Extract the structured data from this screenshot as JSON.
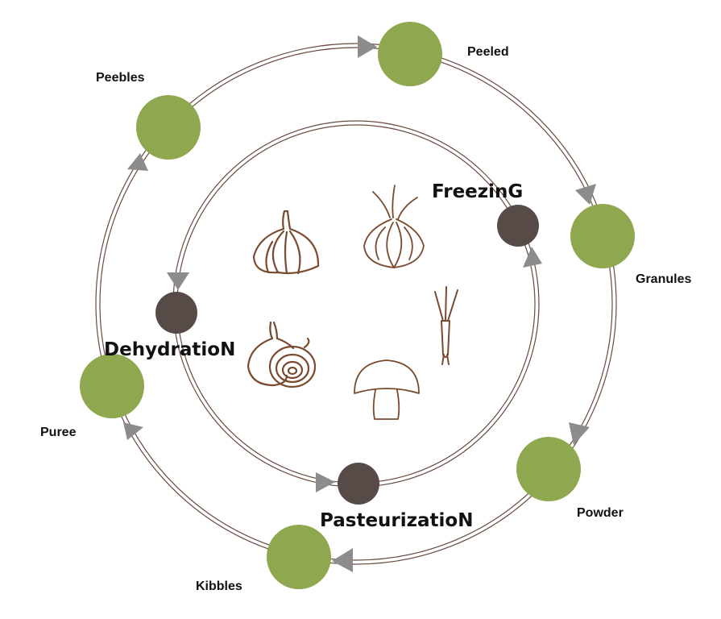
{
  "colors": {
    "ring_line": "#6b4a3e",
    "outer_node": "#8fa850",
    "inner_node": "#574b47",
    "arrow": "#8c8c8c",
    "icon_stroke": "#7a4a2c"
  },
  "outer_cycle": {
    "nodes": [
      {
        "label": "Peeled"
      },
      {
        "label": "Granules"
      },
      {
        "label": "Powder"
      },
      {
        "label": "Kibbles"
      },
      {
        "label": "Puree"
      },
      {
        "label": "Peebles"
      }
    ]
  },
  "inner_cycle": {
    "nodes": [
      {
        "label": "FreezinG"
      },
      {
        "label": "PasteurizatioN"
      },
      {
        "label": "DehydratioN"
      }
    ]
  },
  "center_icons": [
    {
      "name": "garlic-icon"
    },
    {
      "name": "onion-icon"
    },
    {
      "name": "shallot-icon"
    },
    {
      "name": "spring-onion-icon"
    },
    {
      "name": "mushroom-icon"
    }
  ]
}
